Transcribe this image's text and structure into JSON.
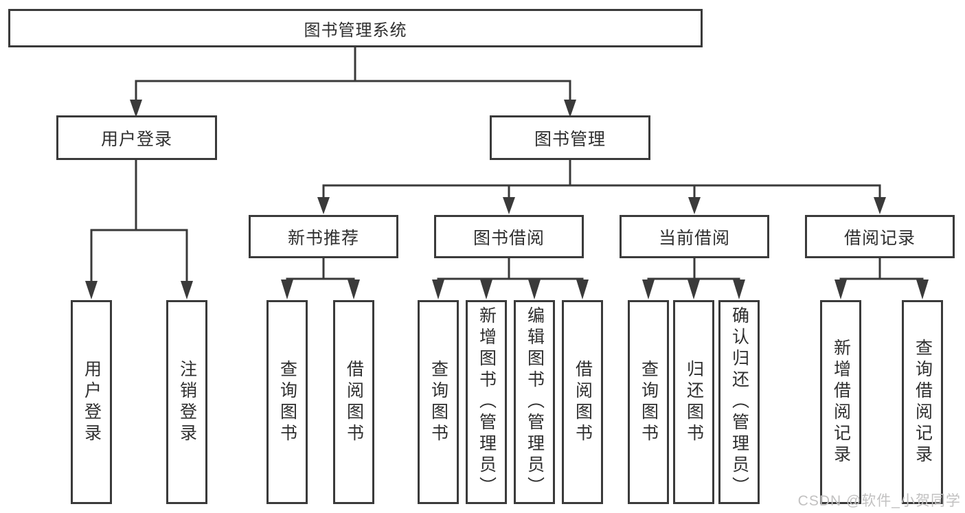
{
  "tree": {
    "root": "图书管理系统",
    "branches": [
      {
        "label": "用户登录",
        "leaves": [
          "用户登录",
          "注销登录"
        ]
      },
      {
        "label": "图书管理",
        "groups": [
          {
            "label": "新书推荐",
            "leaves": [
              "查询图书",
              "借阅图书"
            ]
          },
          {
            "label": "图书借阅",
            "leaves": [
              "查询图书",
              "新增图书（管理员）",
              "编辑图书（管理员）",
              "借阅图书"
            ]
          },
          {
            "label": "当前借阅",
            "leaves": [
              "查询图书",
              "归还图书",
              "确认归还（管理员）"
            ]
          },
          {
            "label": "借阅记录",
            "leaves": [
              "新增借阅记录",
              "查询借阅记录"
            ]
          }
        ]
      }
    ]
  },
  "watermark": "CSDN @软件_小贺同学",
  "colors": {
    "line": "#3a3a3a",
    "box_border": "#3a3a3a",
    "text": "#2f2f2f",
    "watermark": "#c2c1c1",
    "background": "#ffffff"
  }
}
